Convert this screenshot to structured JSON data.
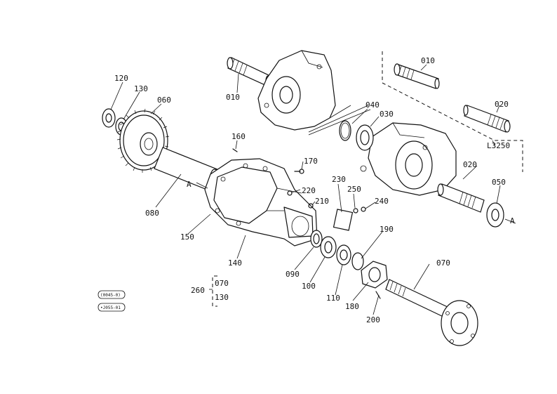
{
  "parts": {
    "p010_top": "010",
    "p010_left": "010",
    "p020_top": "020",
    "p020_mid": "020",
    "p030": "030",
    "p040": "040",
    "p050": "050",
    "p060": "060",
    "p070_right": "070",
    "p070_kit": "070",
    "p080": "080",
    "p090": "090",
    "p100": "100",
    "p110": "110",
    "p120": "120",
    "p130_top": "130",
    "p130_kit": "130",
    "p140": "140",
    "p150": "150",
    "p160": "160",
    "p170": "170",
    "p180": "180",
    "p190": "190",
    "p200": "200",
    "p210": "210",
    "p220": "220",
    "p230": "230",
    "p240": "240",
    "p250": "250",
    "p260": "260"
  },
  "markers": {
    "a_left": "A",
    "a_right": "A"
  },
  "model_note": "L3250",
  "stamps": {
    "stamp_1": "(0045-0)",
    "stamp_2": "•J055-01"
  }
}
